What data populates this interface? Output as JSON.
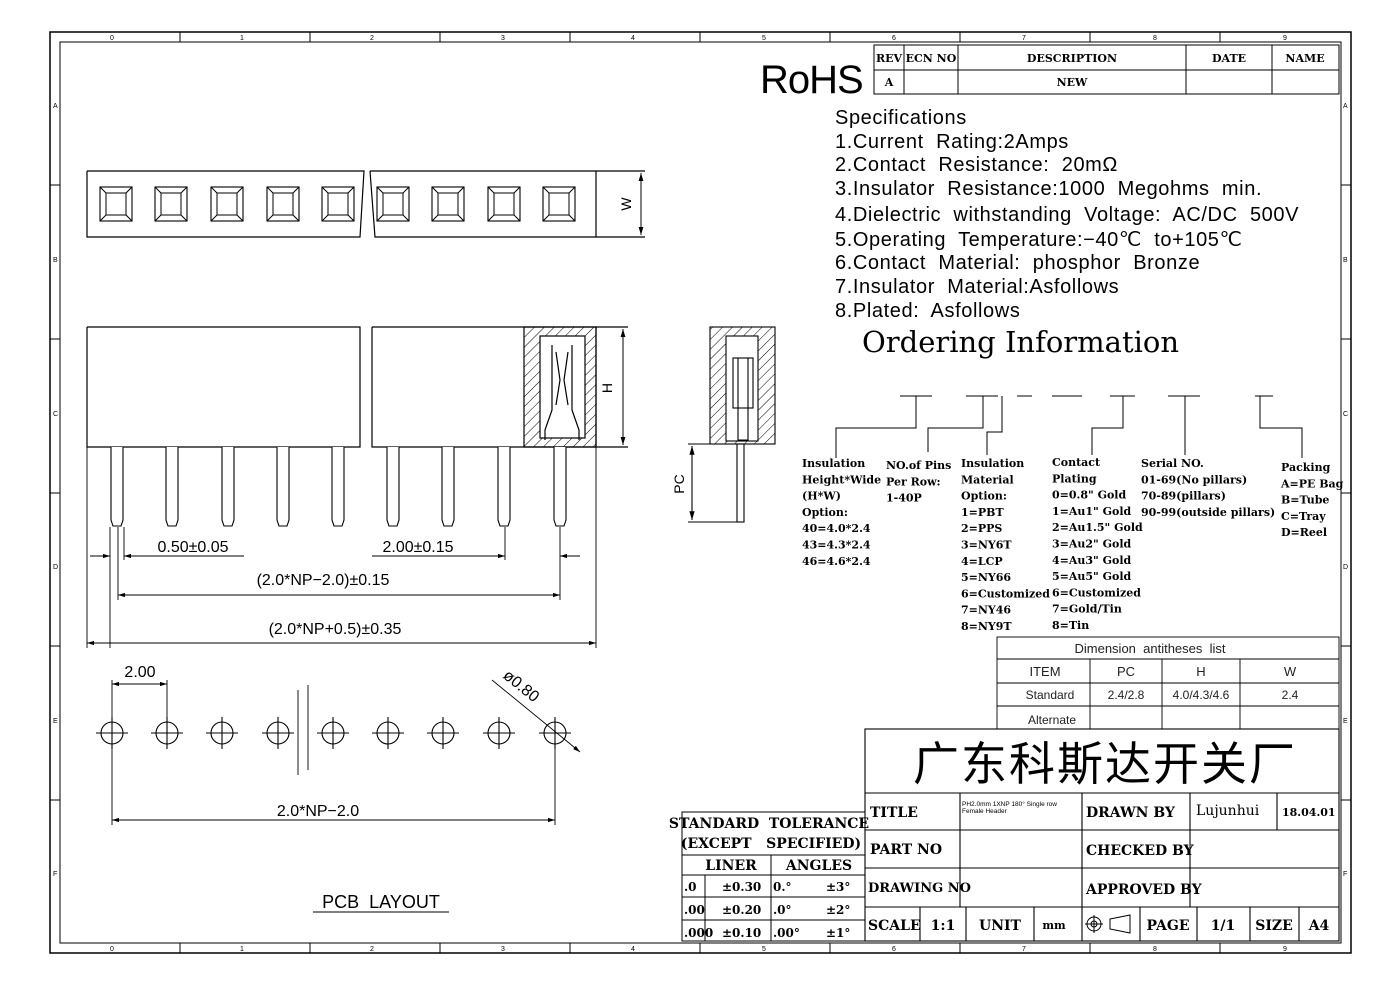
{
  "border": {
    "columns": [
      "0",
      "1",
      "2",
      "3",
      "4",
      "5",
      "6",
      "7",
      "8",
      "9"
    ],
    "rows": [
      "A",
      "B",
      "C",
      "D",
      "E",
      "F"
    ]
  },
  "rohs": "RoHS",
  "revision": {
    "headers": [
      "REV",
      "ECN NO",
      "DESCRIPTION",
      "DATE",
      "NAME"
    ],
    "row": [
      "A",
      "",
      "NEW",
      "",
      ""
    ]
  },
  "specs": {
    "title": "Specifications",
    "items": [
      "1.Current  Rating:2Amps",
      "2.Contact  Resistance:  20mΩ",
      "3.Insulator  Resistance:1000  Megohms  min.",
      "4.Dielectric  withstanding  Voltage:  AC/DC  500V",
      "5.Operating  Temperature:−40℃  to+105℃",
      "6.Contact  Material:  phosphor  Bronze",
      "7.Insulator  Material:Asfollows",
      "8.Plated:  Asfollows"
    ]
  },
  "ordering": {
    "title": "Ordering Information",
    "groups": [
      {
        "lines": [
          "Insulation",
          "Height*Wide",
          "(H*W)",
          "Option:",
          "40=4.0*2.4",
          "43=4.3*2.4",
          "46=4.6*2.4"
        ]
      },
      {
        "lines": [
          "NO.of Pins",
          "Per Row:",
          "1-40P"
        ]
      },
      {
        "lines": [
          "Insulation",
          "Material",
          "Option:",
          "1=PBT",
          "2=PPS",
          "3=NY6T",
          "4=LCP",
          "5=NY66",
          "6=Customized",
          "7=NY46",
          "8=NY9T"
        ]
      },
      {
        "lines": [
          "Contact",
          "Plating",
          "0=0.8\" Gold",
          "1=Au1\" Gold",
          "2=Au1.5\" Gold",
          "3=Au2\" Gold",
          "4=Au3\" Gold",
          "5=Au5\" Gold",
          "6=Customized",
          "7=Gold/Tin",
          "8=Tin"
        ]
      },
      {
        "lines": [
          "Serial NO.",
          "01-69(No pillars)",
          "70-89(pillars)",
          "90-99(outside pillars)"
        ]
      },
      {
        "lines": [
          "Packing",
          "A=PE Bag",
          "B=Tube",
          "C=Tray",
          "D=Reel"
        ]
      }
    ]
  },
  "dims": {
    "w": "W",
    "h": "H",
    "pc": "PC",
    "pin_width": "0.50±0.05",
    "pitch": "2.00±0.15",
    "span1": "(2.0*NP−2.0)±0.15",
    "span2": "(2.0*NP+0.5)±0.35",
    "pcb_pitch": "2.00",
    "hole": "ø0.80",
    "pcb_span": "2.0*NP−2.0",
    "pcb_label": "PCB  LAYOUT"
  },
  "antitheses": {
    "title": "Dimension  antitheses  list",
    "headers": [
      "ITEM",
      "PC",
      "H",
      "W"
    ],
    "rows": [
      [
        "Standard",
        "2.4/2.8",
        "4.0/4.3/4.6",
        "2.4"
      ],
      [
        "Alternate",
        "",
        "",
        ""
      ]
    ]
  },
  "company": "广东科斯达开关厂",
  "title_block": {
    "title_label": "TITLE",
    "title_value": "PH2.0mm 1XNP 180° Single row Female Header",
    "drawn_by_label": "DRAWN BY",
    "drawn_by": "Lujunhui",
    "date": "18.04.01",
    "part_no_label": "PART NO",
    "checked_by_label": "CHECKED BY",
    "drawing_no_label": "DRAWING NO",
    "approved_by_label": "APPROVED BY",
    "scale_label": "SCALE",
    "scale": "1:1",
    "unit_label": "UNIT",
    "unit": "mm",
    "page_label": "PAGE",
    "page": "1/1",
    "size_label": "SIZE",
    "size": "A4"
  },
  "tolerance": {
    "title1": "STANDARD  TOLERANCE",
    "title2": "(EXCEPT   SPECIFIED)",
    "liner": "LINER",
    "angles": "ANGLES",
    "rows": [
      [
        ".0",
        "±0.30",
        "0.°",
        "±3°"
      ],
      [
        ".00",
        "±0.20",
        ".0°",
        "±2°"
      ],
      [
        ".000",
        "±0.10",
        ".00°",
        "±1°"
      ]
    ]
  }
}
